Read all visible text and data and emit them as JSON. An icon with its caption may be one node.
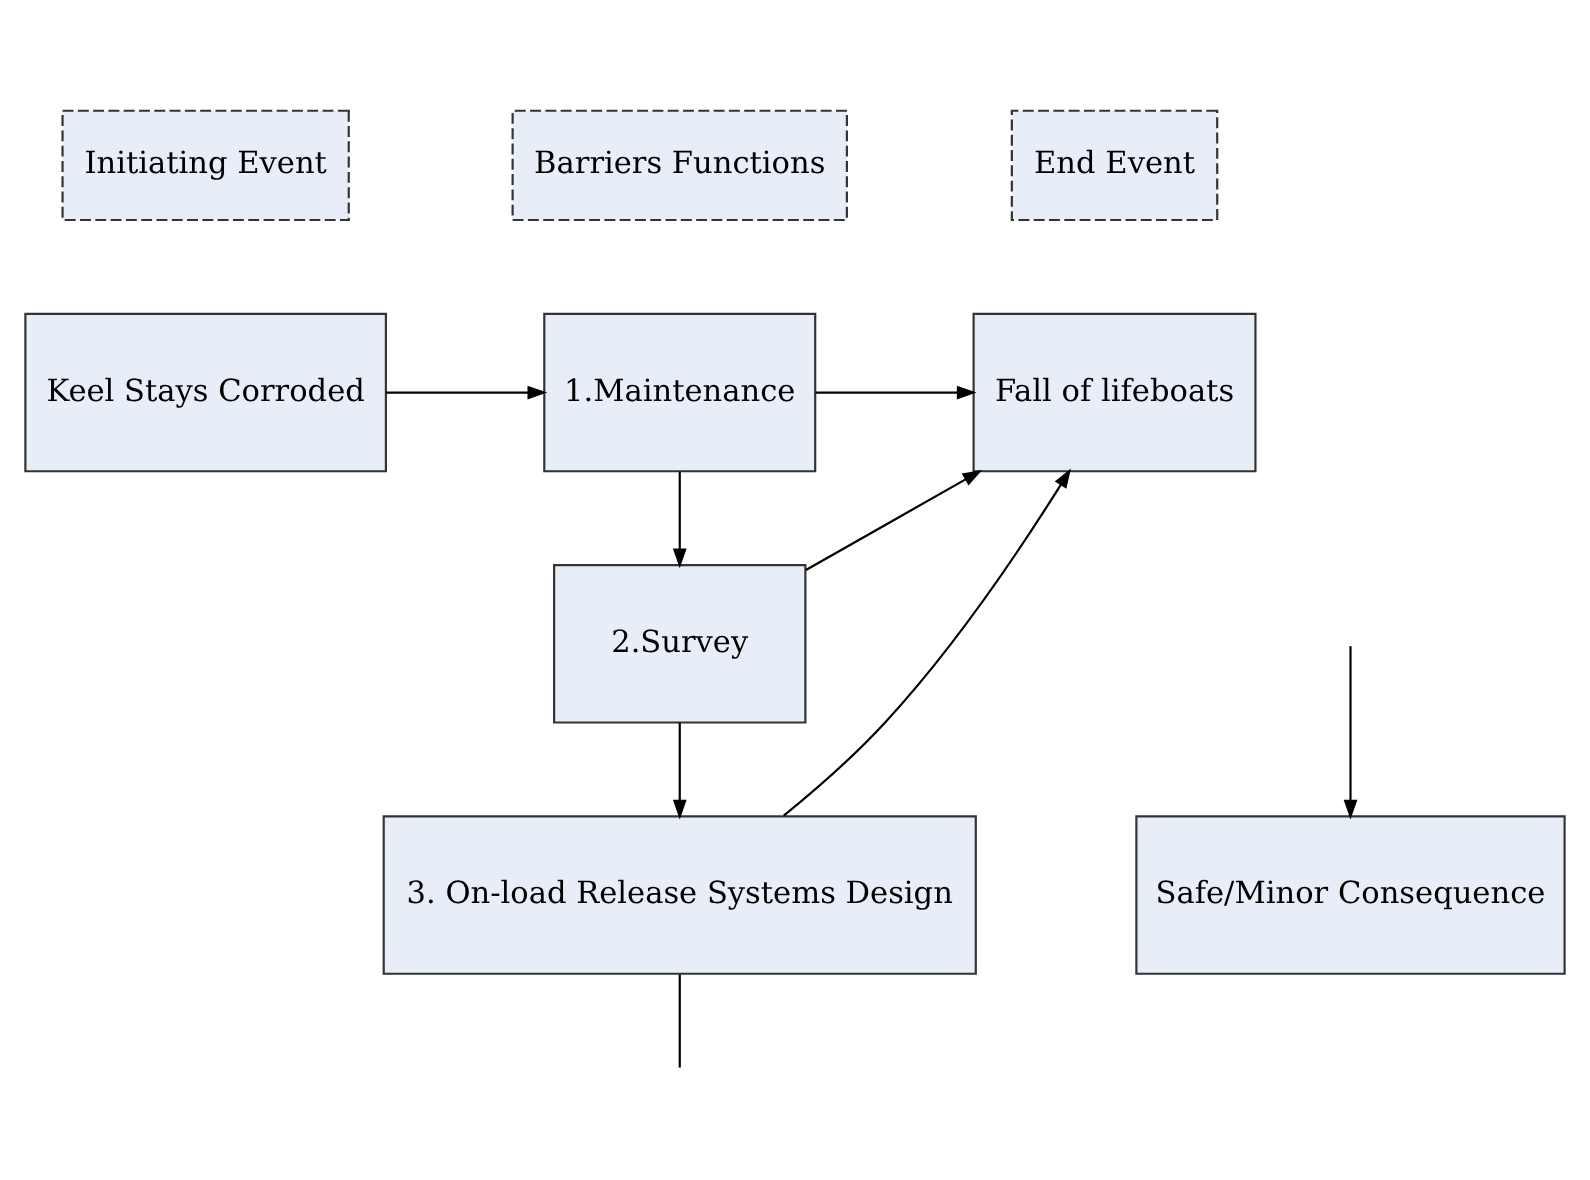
{
  "diagram": {
    "nodes": [
      {
        "text": [
          "Initiating Event"
        ]
      },
      {
        "text": [
          "Barriers Functions"
        ]
      },
      {
        "text": [
          "End Event"
        ]
      },
      {
        "text": [
          "Keel Stays Corroded"
        ]
      },
      {
        "text": [
          "1.Maintenance"
        ]
      },
      {
        "text": [
          "Fall of lifeboats"
        ]
      },
      {
        "text": [
          "2.Survey"
        ]
      },
      {
        "text": [
          "3. On-load Release Systems Design"
        ]
      },
      {
        "text": [
          "Safe/Minor Consequence"
        ]
      }
    ],
    "edges": [
      {
        "from": 3,
        "to": 4,
        "arrow": "to"
      },
      {
        "from": 4,
        "to": 5,
        "arrow": "to"
      },
      {
        "from": 4,
        "to": 6,
        "arrow": "to"
      },
      {
        "from": 6,
        "to": 5,
        "arrow": "to"
      },
      {
        "from": 6,
        "to": 7,
        "arrow": "to"
      },
      {
        "from": 7,
        "to": 5,
        "arrow": "to"
      },
      {
        "from": 7,
        "to": null,
        "arrow": "none"
      },
      {
        "from": null,
        "to": 8,
        "arrow": "to"
      }
    ]
  }
}
